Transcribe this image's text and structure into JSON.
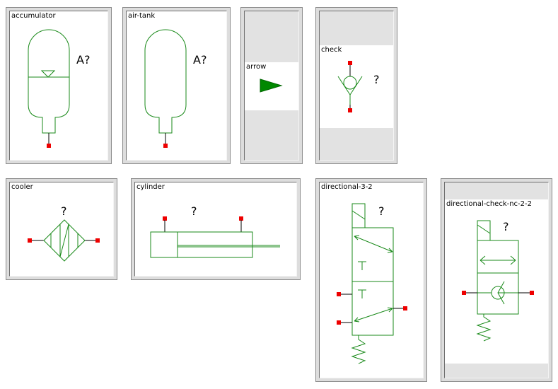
{
  "components": [
    {
      "id": "accumulator",
      "label": "accumulator",
      "designator": "A?"
    },
    {
      "id": "air-tank",
      "label": "air-tank",
      "designator": "A?"
    },
    {
      "id": "arrow",
      "label": "arrow"
    },
    {
      "id": "check",
      "label": "check",
      "designator": "?"
    },
    {
      "id": "cooler",
      "label": "cooler",
      "designator": "?"
    },
    {
      "id": "cylinder",
      "label": "cylinder",
      "designator": "?"
    },
    {
      "id": "directional-3-2",
      "label": "directional-3-2",
      "designator": "?"
    },
    {
      "id": "directional-check-nc-2-2",
      "label": "directional-check-nc-2-2",
      "designator": "?"
    }
  ],
  "colors": {
    "symbol_stroke": "#1a8a1a",
    "arrow_fill": "#008800",
    "port": "#ee0000",
    "wire": "#000000",
    "tile_bg": "#dddddd"
  }
}
